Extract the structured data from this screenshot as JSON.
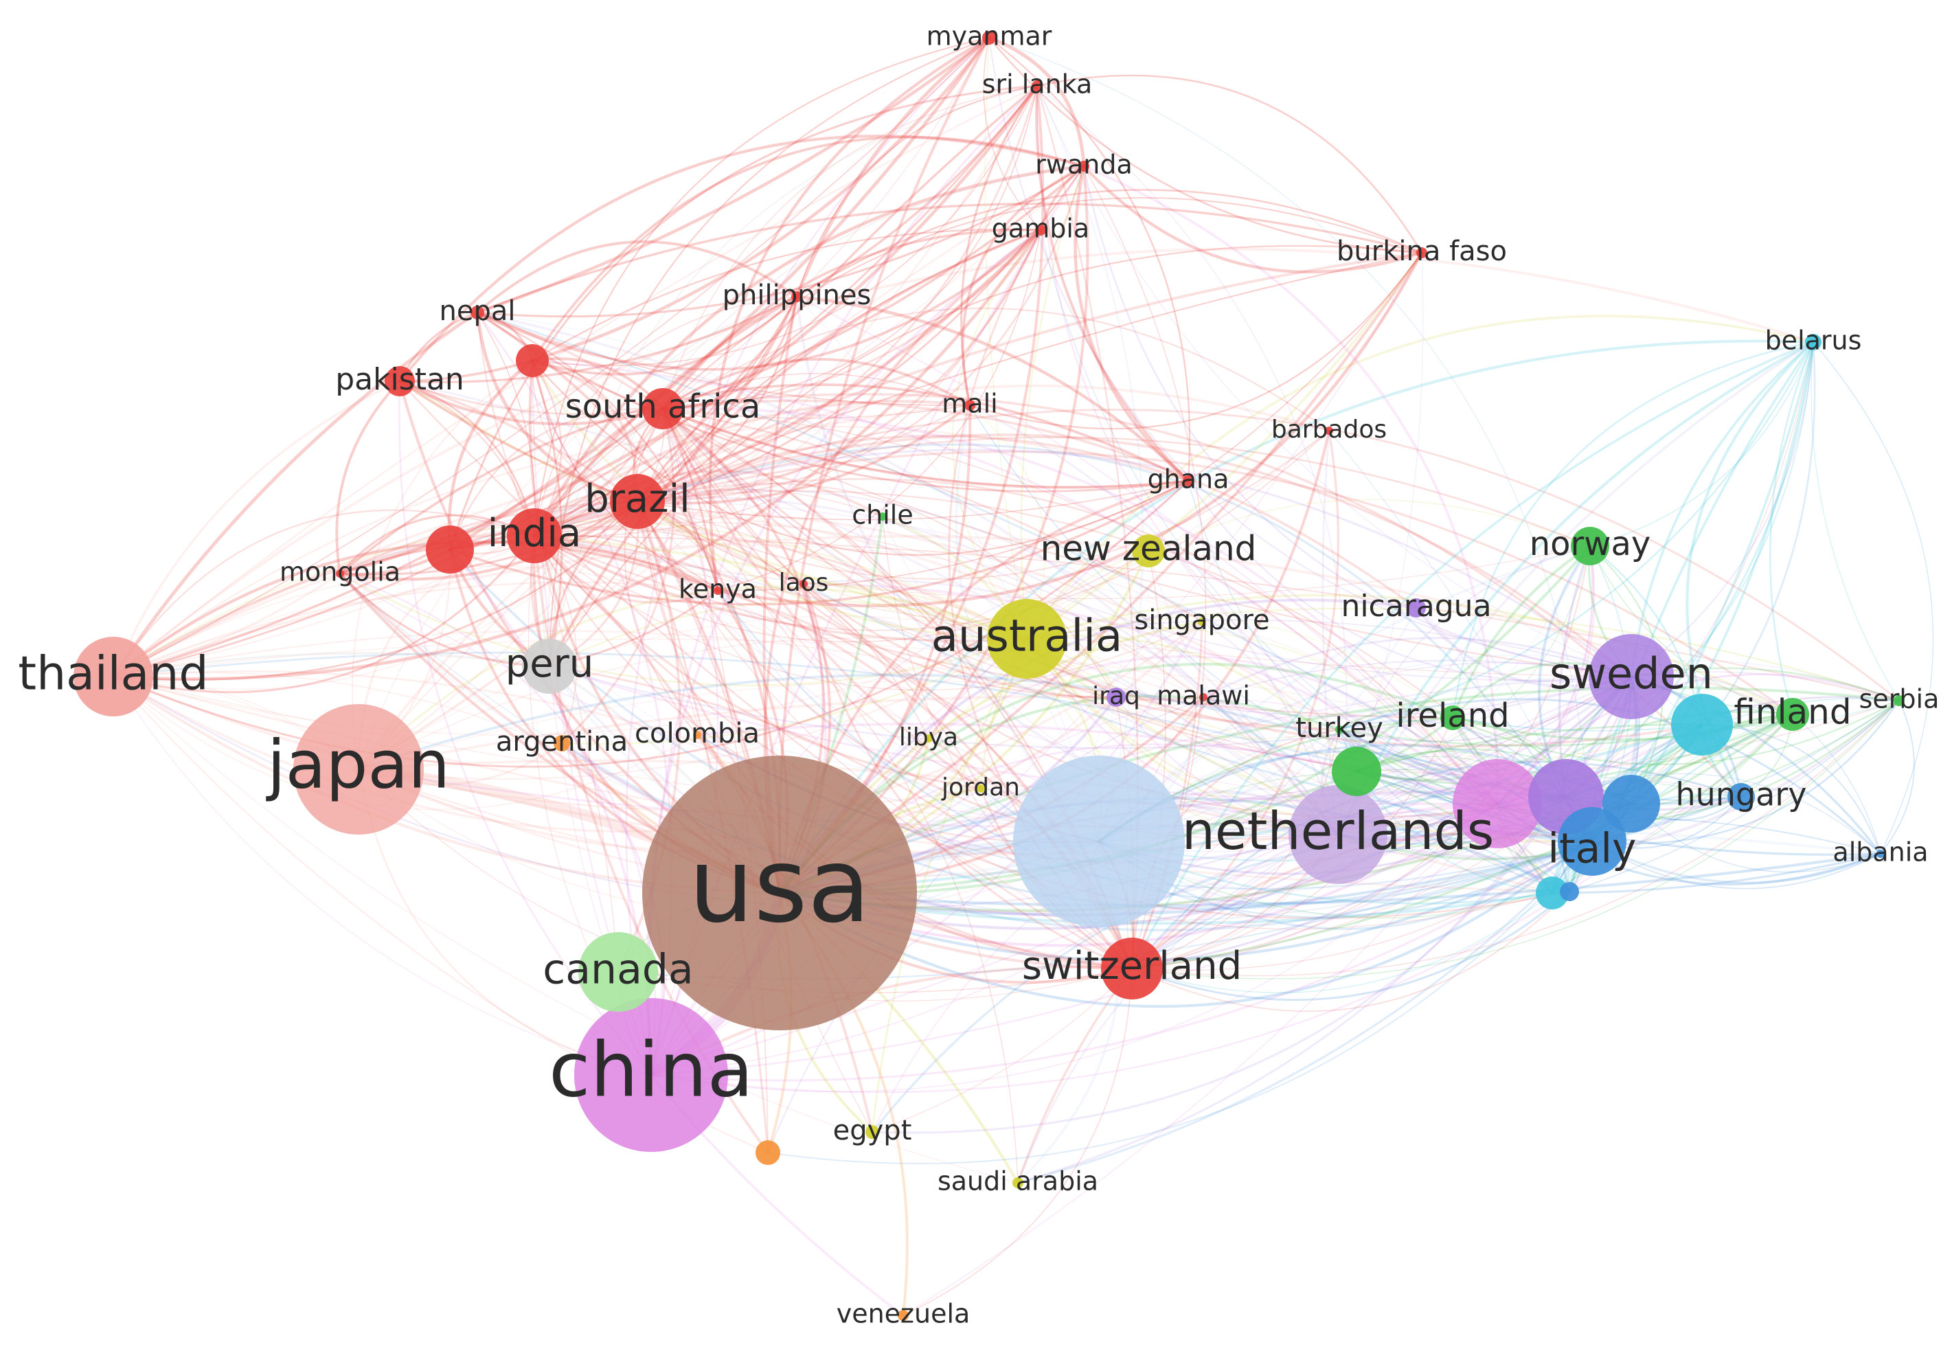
{
  "colors": {
    "red": "#e8413d",
    "salmon": "#f2a39d",
    "brown": "#b07a68",
    "pink": "#dd7fe0",
    "lightblue": "#b8d3f0",
    "lavender": "#c2a6e0",
    "purple": "#a77be0",
    "blue": "#3f8fd9",
    "cyan": "#3fc4dc",
    "green": "#3fbf4a",
    "lightgreen": "#a8e6a0",
    "olive": "#cfcf2a",
    "orange": "#f4923a",
    "grey": "#cfcfcf"
  },
  "nodes": [
    {
      "id": "usa",
      "label": "usa",
      "cluster": "brown"
    },
    {
      "id": "china",
      "label": "china",
      "cluster": "pink"
    },
    {
      "id": "japan",
      "label": "japan",
      "cluster": "salmon"
    },
    {
      "id": "netherlands",
      "label": "netherlands",
      "cluster": "lavender"
    },
    {
      "id": "uk",
      "label": "",
      "cluster": "lightblue"
    },
    {
      "id": "australia",
      "label": "australia",
      "cluster": "olive"
    },
    {
      "id": "thailand",
      "label": "thailand",
      "cluster": "salmon"
    },
    {
      "id": "sweden",
      "label": "sweden",
      "cluster": "purple"
    },
    {
      "id": "italy",
      "label": "italy",
      "cluster": "blue"
    },
    {
      "id": "canada",
      "label": "canada",
      "cluster": "lightgreen"
    },
    {
      "id": "switzerland",
      "label": "switzerland",
      "cluster": "red"
    },
    {
      "id": "peru",
      "label": "peru",
      "cluster": "grey"
    },
    {
      "id": "india",
      "label": "india",
      "cluster": "red"
    },
    {
      "id": "brazil",
      "label": "brazil",
      "cluster": "red"
    },
    {
      "id": "south-africa",
      "label": "south africa",
      "cluster": "red"
    },
    {
      "id": "pakistan",
      "label": "pakistan",
      "cluster": "red"
    },
    {
      "id": "nepal",
      "label": "nepal",
      "cluster": "red"
    },
    {
      "id": "mongolia",
      "label": "mongolia",
      "cluster": "red"
    },
    {
      "id": "kenya",
      "label": "kenya",
      "cluster": "red"
    },
    {
      "id": "laos",
      "label": "laos",
      "cluster": "red"
    },
    {
      "id": "argentina",
      "label": "argentina",
      "cluster": "orange"
    },
    {
      "id": "colombia",
      "label": "colombia",
      "cluster": "orange"
    },
    {
      "id": "philippines",
      "label": "philippines",
      "cluster": "red"
    },
    {
      "id": "myanmar",
      "label": "myanmar",
      "cluster": "red"
    },
    {
      "id": "sri-lanka",
      "label": "sri lanka",
      "cluster": "red"
    },
    {
      "id": "rwanda",
      "label": "rwanda",
      "cluster": "red"
    },
    {
      "id": "gambia",
      "label": "gambia",
      "cluster": "red"
    },
    {
      "id": "burkina-faso",
      "label": "burkina faso",
      "cluster": "red"
    },
    {
      "id": "mali",
      "label": "mali",
      "cluster": "red"
    },
    {
      "id": "chile",
      "label": "chile",
      "cluster": "green"
    },
    {
      "id": "ghana",
      "label": "ghana",
      "cluster": "red"
    },
    {
      "id": "barbados",
      "label": "barbados",
      "cluster": "red"
    },
    {
      "id": "new-zealand",
      "label": "new zealand",
      "cluster": "olive"
    },
    {
      "id": "singapore",
      "label": "singapore",
      "cluster": "olive"
    },
    {
      "id": "iraq",
      "label": "iraq",
      "cluster": "purple"
    },
    {
      "id": "malawi",
      "label": "malawi",
      "cluster": "red"
    },
    {
      "id": "libya",
      "label": "libya",
      "cluster": "olive"
    },
    {
      "id": "jordan",
      "label": "jordan",
      "cluster": "olive"
    },
    {
      "id": "turkey",
      "label": "turkey",
      "cluster": "green"
    },
    {
      "id": "ireland",
      "label": "ireland",
      "cluster": "green"
    },
    {
      "id": "nicaragua",
      "label": "nicaragua",
      "cluster": "purple"
    },
    {
      "id": "norway",
      "label": "norway",
      "cluster": "green"
    },
    {
      "id": "finland",
      "label": "finland",
      "cluster": "green"
    },
    {
      "id": "hungary",
      "label": "hungary",
      "cluster": "blue"
    },
    {
      "id": "belarus",
      "label": "belarus",
      "cluster": "cyan"
    },
    {
      "id": "serbia",
      "label": "serbia",
      "cluster": "green"
    },
    {
      "id": "albania",
      "label": "albania",
      "cluster": "blue"
    },
    {
      "id": "egypt",
      "label": "egypt",
      "cluster": "olive"
    },
    {
      "id": "saudi-arabia",
      "label": "saudi arabia",
      "cluster": "olive"
    },
    {
      "id": "venezuela",
      "label": "venezuela",
      "cluster": "orange"
    },
    {
      "id": "germany",
      "label": "",
      "cluster": "pink"
    },
    {
      "id": "france",
      "label": "",
      "cluster": "purple"
    },
    {
      "id": "spain",
      "label": "",
      "cluster": "blue"
    },
    {
      "id": "denmark",
      "label": "",
      "cluster": "cyan"
    },
    {
      "id": "bangladesh",
      "label": "",
      "cluster": "red"
    },
    {
      "id": "indonesia",
      "label": "",
      "cluster": "red"
    },
    {
      "id": "mexico",
      "label": "",
      "cluster": "orange"
    },
    {
      "id": "belgium",
      "label": "",
      "cluster": "green"
    },
    {
      "id": "austria",
      "label": "",
      "cluster": "cyan"
    },
    {
      "id": "portugal",
      "label": "",
      "cluster": "blue"
    }
  ]
}
